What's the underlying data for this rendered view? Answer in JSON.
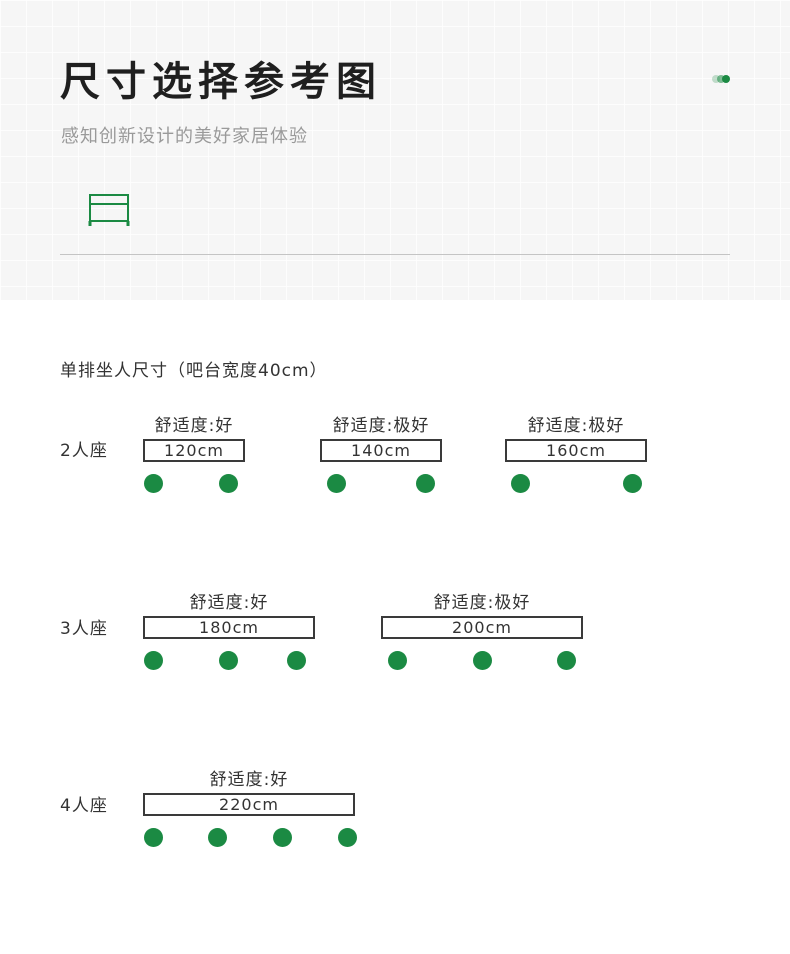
{
  "header": {
    "title": "尺寸选择参考图",
    "subtitle": "感知创新设计的美好家居体验",
    "icons": [
      "dots-icon",
      "table-icon"
    ],
    "accent_color": "#1b8a43"
  },
  "section_title": "单排坐人尺寸（吧台宽度40cm）",
  "rows": [
    {
      "label": "2人座",
      "options": [
        {
          "comfort": "舒适度:好",
          "size": "120cm",
          "seats": 2
        },
        {
          "comfort": "舒适度:极好",
          "size": "140cm",
          "seats": 2
        },
        {
          "comfort": "舒适度:极好",
          "size": "160cm",
          "seats": 2
        }
      ]
    },
    {
      "label": "3人座",
      "options": [
        {
          "comfort": "舒适度:好",
          "size": "180cm",
          "seats": 3
        },
        {
          "comfort": "舒适度:极好",
          "size": "200cm",
          "seats": 3
        }
      ]
    },
    {
      "label": "4人座",
      "options": [
        {
          "comfort": "舒适度:好",
          "size": "220cm",
          "seats": 4
        }
      ]
    }
  ]
}
